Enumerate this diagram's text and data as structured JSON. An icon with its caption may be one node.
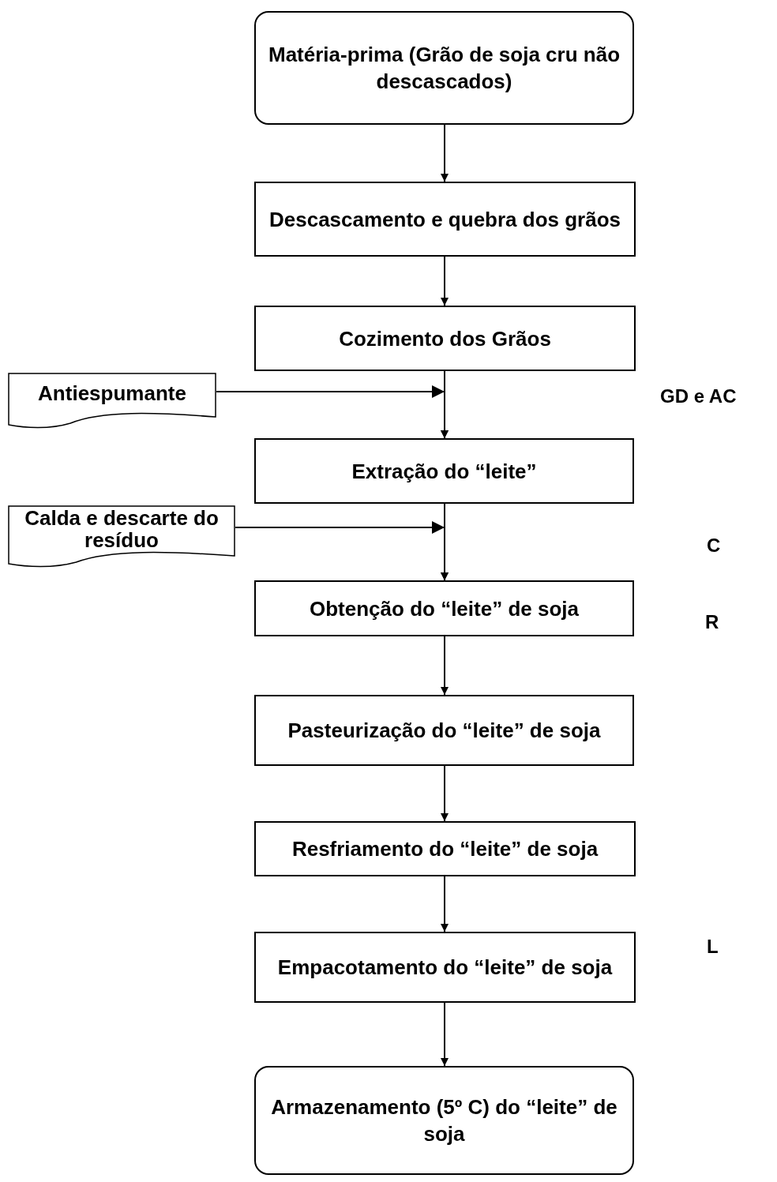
{
  "diagram": {
    "nodes": [
      {
        "text": [
          "Matéria-prima (Grão de soja cru não descascados)"
        ]
      },
      {
        "text": [
          "Descascamento e quebra dos grãos"
        ]
      },
      {
        "text": [
          "Cozimento dos Grãos"
        ]
      },
      {
        "text": [
          "Antiespumante"
        ]
      },
      {
        "text": [
          "Extração do “leite”"
        ]
      },
      {
        "text": [
          "Calda e descarte do resíduo"
        ]
      },
      {
        "text": [
          "Obtenção do “leite” de soja"
        ]
      },
      {
        "text": [
          "Pasteurização do “leite” de soja"
        ]
      },
      {
        "text": [
          "Resfriamento do “leite” de soja"
        ]
      },
      {
        "text": [
          "Empacotamento do “leite” de soja"
        ]
      },
      {
        "text": [
          "Armazenamento (5º C) do “leite” de soja"
        ]
      }
    ],
    "edges": [
      {
        "from": 0,
        "to": 1,
        "arrow": "to"
      },
      {
        "from": 1,
        "to": 2,
        "arrow": "to"
      },
      {
        "from": 2,
        "to": 4,
        "arrow": "to"
      },
      {
        "from": 3,
        "to": 4,
        "arrow": "to"
      },
      {
        "from": 4,
        "to": 6,
        "arrow": "to"
      },
      {
        "from": 5,
        "to": 6,
        "arrow": "to"
      },
      {
        "from": 6,
        "to": 7,
        "arrow": "to"
      },
      {
        "from": 7,
        "to": 8,
        "arrow": "to"
      },
      {
        "from": 8,
        "to": 9,
        "arrow": "to"
      },
      {
        "from": 9,
        "to": 10,
        "arrow": "to"
      }
    ],
    "labels": [
      "GD e AC",
      "C",
      "R",
      "L"
    ]
  }
}
